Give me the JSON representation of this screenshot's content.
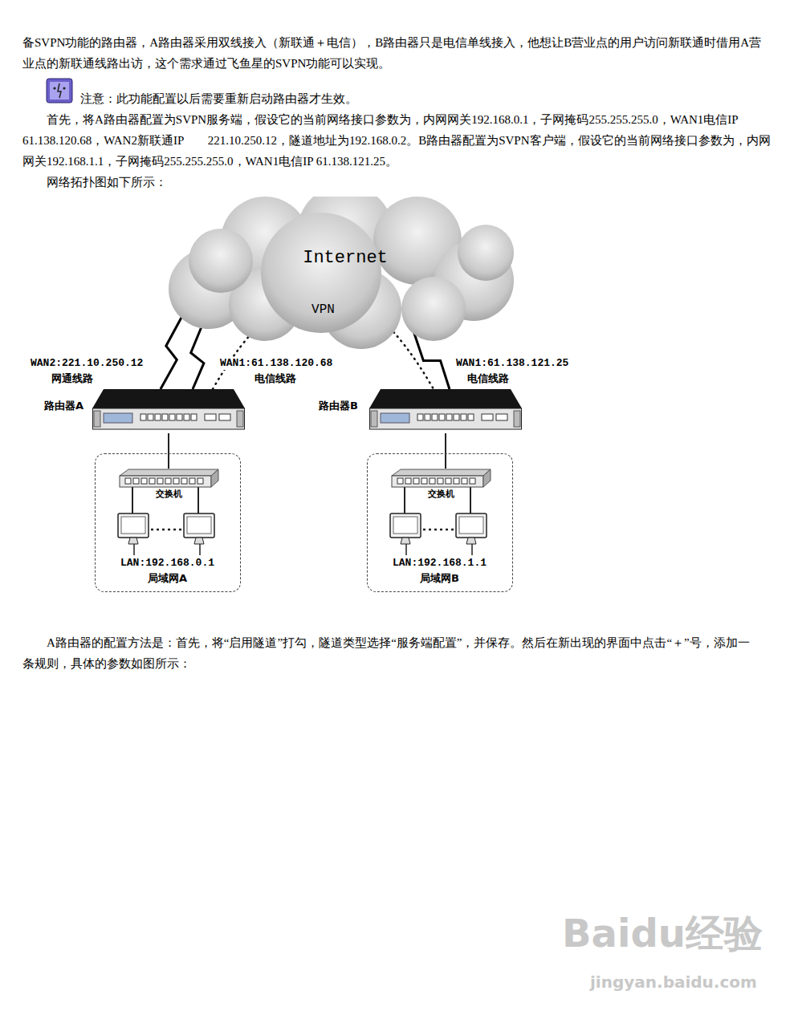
{
  "diagram": {
    "nodes": [
      {
        "text": [
          "Internet"
        ]
      },
      {
        "text": [
          "路由器A"
        ]
      },
      {
        "text": [
          "路由器B"
        ]
      },
      {
        "text": [
          "LAN:192.168.0.1",
          "局域网A"
        ]
      },
      {
        "text": [
          "交换机"
        ],
        "in": 3
      },
      {
        "text": [
          "LAN:192.168.1.1",
          "局域网B"
        ]
      },
      {
        "text": [
          "交换机"
        ],
        "in": 5
      }
    ],
    "edges": [
      {
        "from": 1,
        "to": 0,
        "arrow": "none"
      },
      {
        "from": 1,
        "to": 0,
        "arrow": "none"
      },
      {
        "from": 2,
        "to": 0,
        "arrow": "none"
      },
      {
        "from": 1,
        "to": 2,
        "label": "VPN",
        "arrow": "none"
      },
      {
        "from": 1,
        "to": 4,
        "arrow": "none"
      },
      {
        "from": 2,
        "to": 6,
        "arrow": "none"
      }
    ],
    "labels": [
      "备SVPN功能的路由器，A路由器采用双线接入（新联通＋电信），B路由器只是电信单线接入，他想让B营业点的用户访问新联通时借用A营业点的新联通线路出访，这个需求通过飞鱼星的SVPN功能可以实现。",
      "注意：此功能配置以后需要重新启动路由器才生效。",
      "首先，将A路由器配置为SVPN服务端，假设它的当前网络接口参数为，内网网关192.168.0.1，子网掩码255.255.255.0，WAN1电信IP　　61.138.120.68，WAN2新联通IP　　221.10.250.12，隧道地址为192.168.0.2。B路由器配置为SVPN客户端，假设它的当前网络接口参数为，内网网关192.168.1.1，子网掩码255.255.255.0，WAN1电信IP 61.138.121.25。",
      "网络拓扑图如下所示：",
      "WAN2:221.10.250.12",
      "网通线路",
      "WAN1:61.138.120.68",
      "电信线路",
      "WAN1:61.138.121.25",
      "电信线路",
      "A路由器的配置方法是：首先，将“启用隧道”打勾，隧道类型选择“服务端配置”，并保存。然后在新出现的界面中点击“＋”号，添加一条规则，具体的参数如图所示：",
      "Baidu经验",
      "jingyan.baidu.com"
    ]
  }
}
